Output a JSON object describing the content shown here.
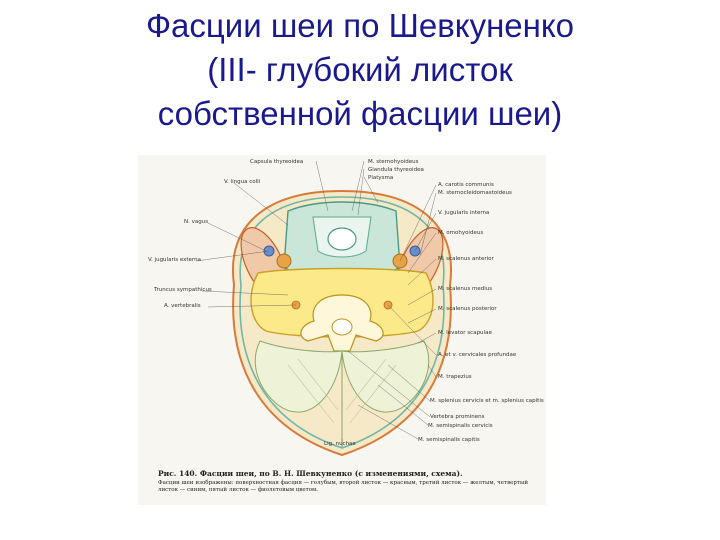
{
  "slide": {
    "title_lines": [
      "Фасции  шеи по Шевкуненко",
      "(III- глубокий  листок",
      "собственной фасции шеи)"
    ]
  },
  "figure": {
    "labels_top": [
      "Capsula thyreoidea",
      "M. sternohyoideus",
      "Glandula thyreoidea",
      "Platysma"
    ],
    "labels_left": [
      "V. lingua colli",
      "N. vagus",
      "V. jugularis externa",
      "Truncus sympathicus",
      "A. vertebralis"
    ],
    "labels_right": [
      "A. carotis communis",
      "M. sternocleidomastoideus",
      "V. jugularis interna",
      "M. omohyoideus",
      "M. scalenus anterior",
      "M. scalenus medius",
      "M. scalenus posterior",
      "M. levator scapulae",
      "A. et v. cervicales profundae",
      "M. trapezius",
      "M. splenius cervicis et m. splenius capitis",
      "Vertebra prominens",
      "M. semispinalis cervicis",
      "M. semispinalis capitis"
    ],
    "label_bottom": "Lig. nuchae",
    "caption_title": "Рис. 140. Фасции шеи, по В. Н. Шевкуненко (с изменениями, схема).",
    "caption_text": "Фасции шеи изображены: поверхностная фасция — голубым, второй листок — красным, третий листок — желтым, четвертый листок — синим, пятый листок — фиолетовым цветом."
  }
}
